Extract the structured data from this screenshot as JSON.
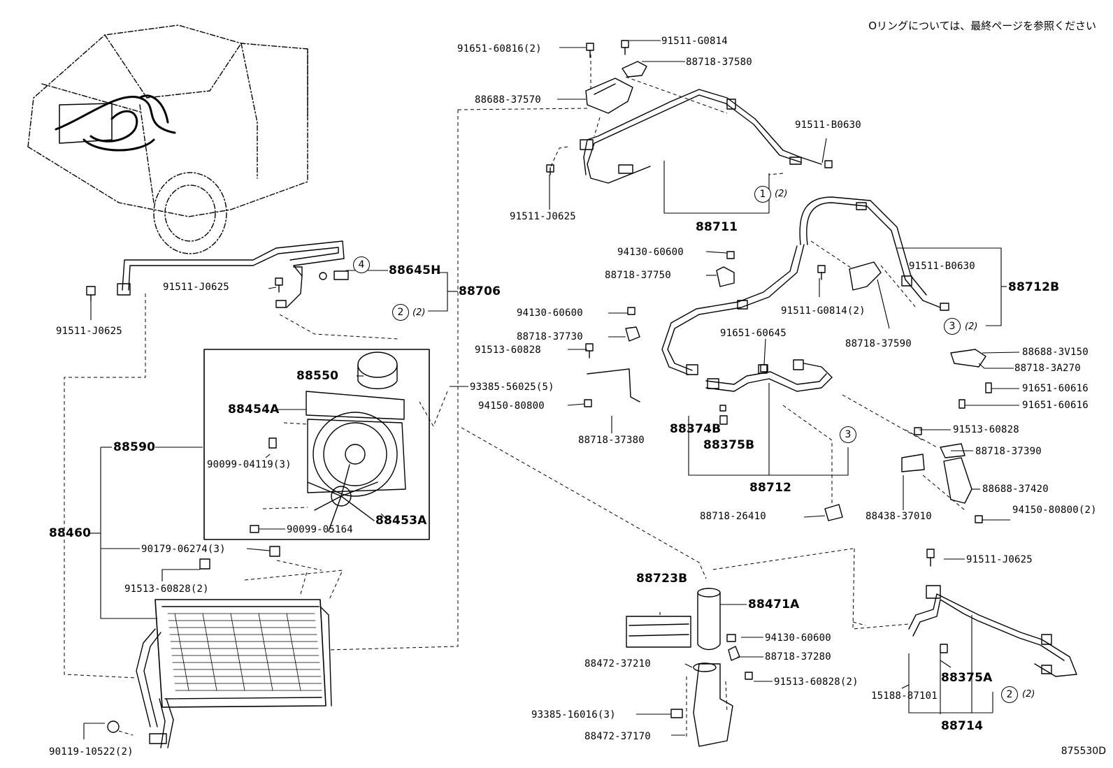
{
  "note": "Oリングについては、最終ページを参照ください",
  "diagram_code": "875530D",
  "labels": [
    {
      "text": "91651-60816(2)",
      "big": false
    },
    {
      "text": "91511-G0814",
      "big": false
    },
    {
      "text": "88718-37580",
      "big": false
    },
    {
      "text": "88688-37570",
      "big": false
    },
    {
      "text": "91511-B0630",
      "big": false
    },
    {
      "text": "91511-J0625",
      "big": false
    },
    {
      "text": "88711",
      "big": true
    },
    {
      "text": "94130-60600",
      "big": false
    },
    {
      "text": "88718-37750",
      "big": false
    },
    {
      "text": "91511-B0630",
      "big": false
    },
    {
      "text": "88712B",
      "big": true
    },
    {
      "text": "91511-G0814(2)",
      "big": false
    },
    {
      "text": "88718-37590",
      "big": false
    },
    {
      "text": "94130-60600",
      "big": false
    },
    {
      "text": "88718-37730",
      "big": false
    },
    {
      "text": "91513-60828",
      "big": false
    },
    {
      "text": "91651-60645",
      "big": false
    },
    {
      "text": "88688-3V150",
      "big": false
    },
    {
      "text": "88718-3A270",
      "big": false
    },
    {
      "text": "91651-60616",
      "big": false
    },
    {
      "text": "91651-60616",
      "big": false
    },
    {
      "text": "93385-56025(5)",
      "big": false
    },
    {
      "text": "94150-80800",
      "big": false
    },
    {
      "text": "88374B",
      "big": true
    },
    {
      "text": "88375B",
      "big": true
    },
    {
      "text": "91513-60828",
      "big": false
    },
    {
      "text": "88718-37380",
      "big": false
    },
    {
      "text": "88718-37390",
      "big": false
    },
    {
      "text": "88712",
      "big": true
    },
    {
      "text": "88688-37420",
      "big": false
    },
    {
      "text": "88718-26410",
      "big": false
    },
    {
      "text": "88438-37010",
      "big": false
    },
    {
      "text": "94150-80800(2)",
      "big": false
    },
    {
      "text": "88645H",
      "big": true
    },
    {
      "text": "88706",
      "big": true
    },
    {
      "text": "91511-J0625",
      "big": false
    },
    {
      "text": "91511-J0625",
      "big": false
    },
    {
      "text": "88550",
      "big": true
    },
    {
      "text": "88454A",
      "big": true
    },
    {
      "text": "88590",
      "big": true
    },
    {
      "text": "90099-04119(3)",
      "big": false
    },
    {
      "text": "88453A",
      "big": true
    },
    {
      "text": "88460",
      "big": true
    },
    {
      "text": "90099-05164",
      "big": false
    },
    {
      "text": "90179-06274(3)",
      "big": false
    },
    {
      "text": "91513-60828(2)",
      "big": false
    },
    {
      "text": "88723B",
      "big": true
    },
    {
      "text": "88471A",
      "big": true
    },
    {
      "text": "91511-J0625",
      "big": false
    },
    {
      "text": "94130-60600",
      "big": false
    },
    {
      "text": "88718-37280",
      "big": false
    },
    {
      "text": "88472-37210",
      "big": false
    },
    {
      "text": "91513-60828(2)",
      "big": false
    },
    {
      "text": "88375A",
      "big": true
    },
    {
      "text": "15188-87101",
      "big": false
    },
    {
      "text": "93385-16016(3)",
      "big": false
    },
    {
      "text": "88472-37170",
      "big": false
    },
    {
      "text": "88714",
      "big": true
    },
    {
      "text": "90119-10522(2)",
      "big": false
    }
  ],
  "callouts": [
    {
      "num": "1",
      "qty": "(2)"
    },
    {
      "num": "4",
      "qty": ""
    },
    {
      "num": "2",
      "qty": "(2)"
    },
    {
      "num": "3",
      "qty": "(2)"
    },
    {
      "num": "3",
      "qty": ""
    },
    {
      "num": "2",
      "qty": "(2)"
    }
  ]
}
